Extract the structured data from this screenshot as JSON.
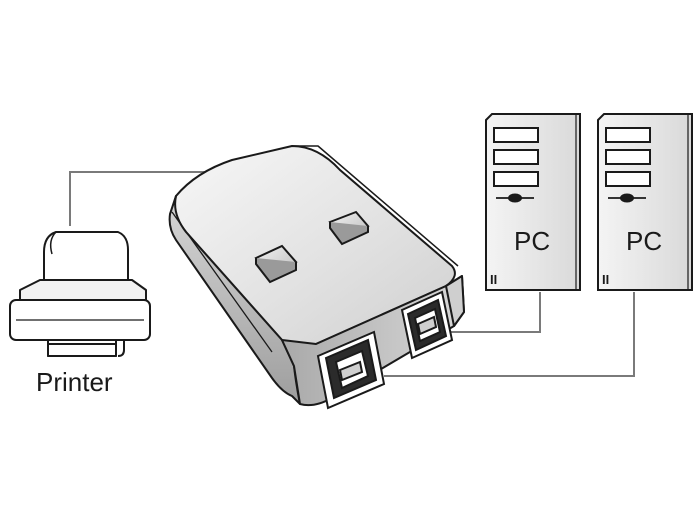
{
  "diagram": {
    "printer_label": "Printer",
    "pc_left_label": "PC",
    "pc_right_label": "PC",
    "pc_left_badge": "II",
    "pc_right_badge": "II"
  },
  "colors": {
    "outline": "#1a1a1a",
    "cable": "#7a7a7a",
    "device_top": "#e4e4e4",
    "device_side": "#bdbdbd",
    "tower_fill": "#e9e9e9"
  },
  "icons": [
    "printer-icon",
    "usb-switch-icon",
    "pc-tower-icon",
    "usb-b-port-icon",
    "select-button-icon"
  ]
}
